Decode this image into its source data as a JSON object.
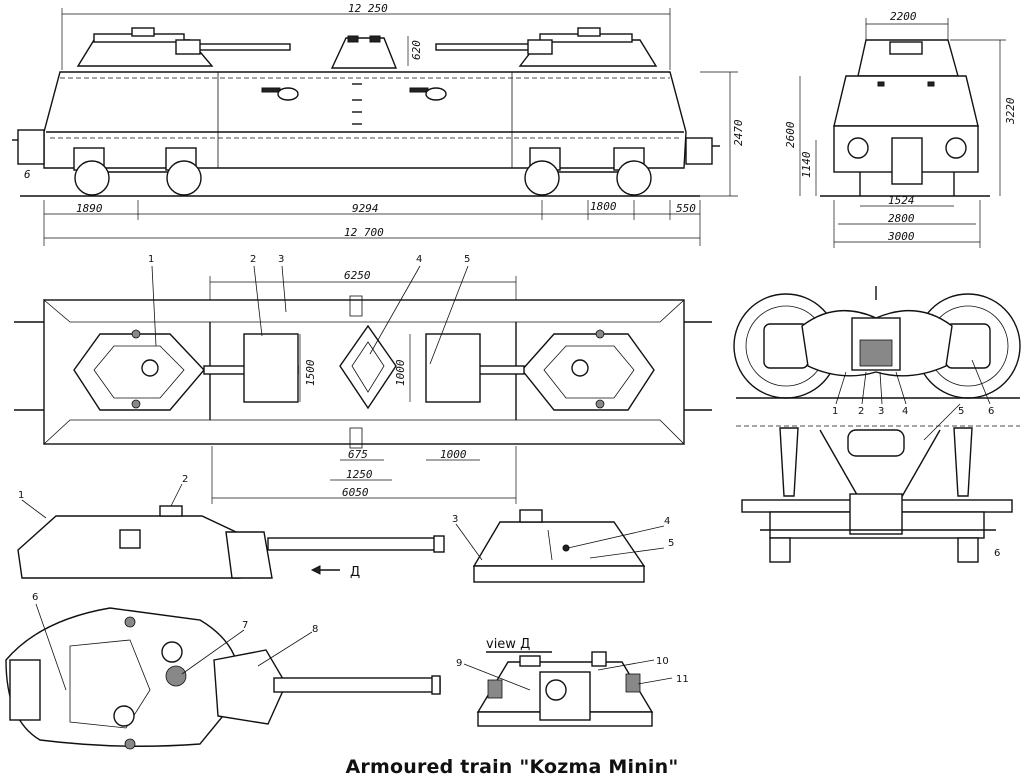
{
  "title": "Armoured train \"Kozma Minin\"",
  "view_label": "view  Д",
  "direction_letter": "Д",
  "dimensions": {
    "side_total_top": "12 250",
    "turret_height": "620",
    "car_height": "2470",
    "wheel_height": "6",
    "front_overhang": "1890",
    "bogie_centers": "9294",
    "bogie_wheelbase": "1800",
    "rear_overhang": "550",
    "total_length": "12 700",
    "end_top_width": "2200",
    "end_height_a": "2600",
    "end_height_b": "3220",
    "end_low": "1140",
    "gauge": "1524",
    "end_base": "2800",
    "end_width": "3000",
    "plan_top": "6250",
    "hatch_a": "1500",
    "hatch_b": "1000",
    "hatch_c": "675",
    "hatch_d": "1250",
    "hatch_e": "1000",
    "plan_bottom": "6050"
  },
  "callouts": {
    "plan": [
      "1",
      "2",
      "3",
      "4",
      "5"
    ],
    "bogie": [
      "1",
      "2",
      "3",
      "4",
      "5",
      "6"
    ],
    "turret_side": [
      "1",
      "2"
    ],
    "turret_front": [
      "3",
      "4",
      "5"
    ],
    "turret_top": [
      "6",
      "7",
      "8"
    ],
    "view_d": [
      "9",
      "10",
      "11"
    ]
  }
}
